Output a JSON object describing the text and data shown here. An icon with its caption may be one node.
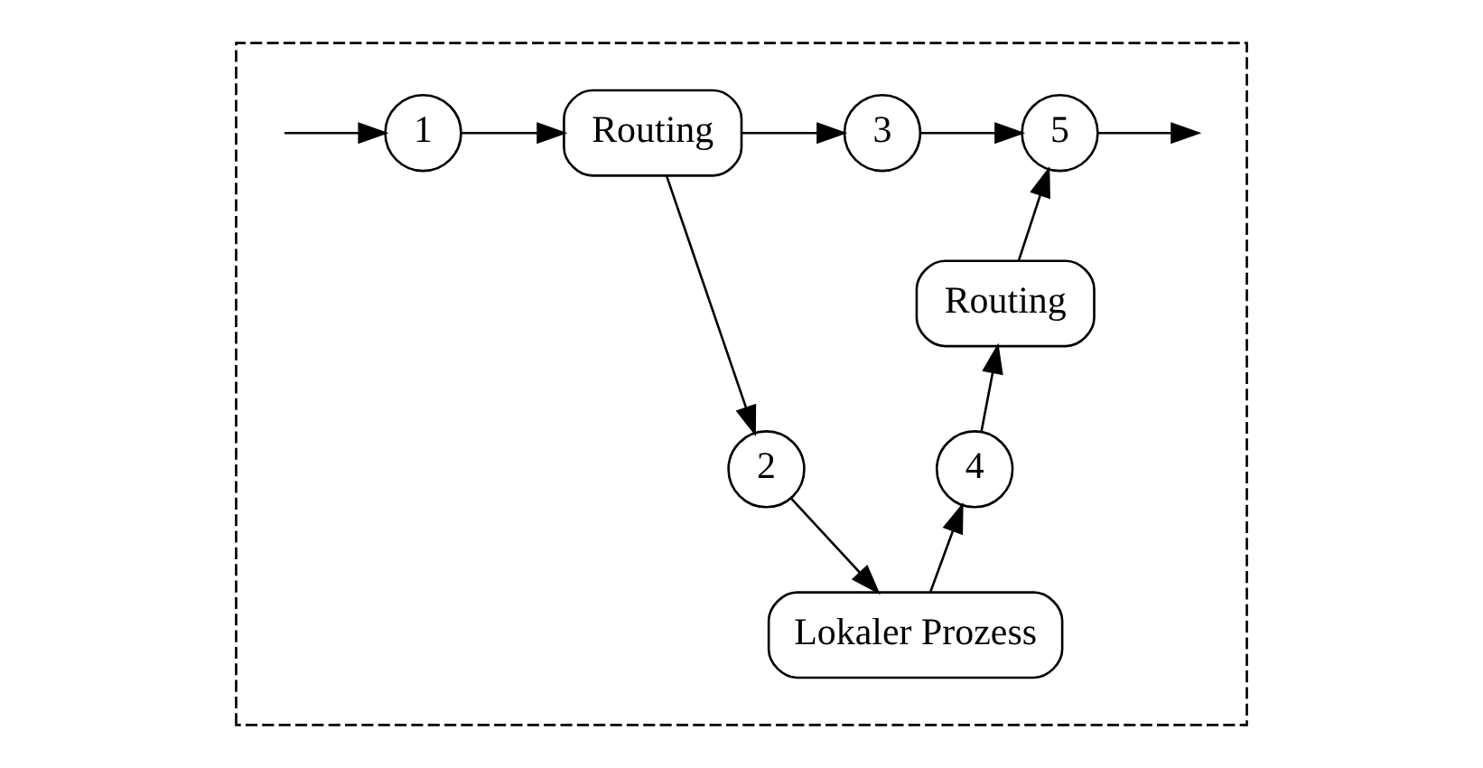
{
  "diagram": {
    "nodes": [
      {
        "text": [],
        "shape": "box"
      },
      {
        "text": [
          "1"
        ],
        "in": 0
      },
      {
        "text": [
          "Routing"
        ],
        "in": 0
      },
      {
        "text": [
          "3"
        ],
        "in": 0
      },
      {
        "text": [
          "5"
        ],
        "in": 0
      },
      {
        "text": [
          "Routing"
        ],
        "in": 0
      },
      {
        "text": [
          "2"
        ],
        "in": 0
      },
      {
        "text": [
          "4"
        ],
        "in": 0
      },
      {
        "text": [
          "Lokaler Prozess"
        ],
        "in": 0
      }
    ],
    "edges": [
      {
        "from": null,
        "to": 1,
        "arrow": "to"
      },
      {
        "from": 1,
        "to": 2,
        "arrow": "to"
      },
      {
        "from": 2,
        "to": 3,
        "arrow": "to"
      },
      {
        "from": 3,
        "to": 4,
        "arrow": "to"
      },
      {
        "from": 4,
        "to": null,
        "arrow": "to"
      },
      {
        "from": 2,
        "to": 6,
        "arrow": "to"
      },
      {
        "from": 6,
        "to": 8,
        "arrow": "to"
      },
      {
        "from": 8,
        "to": 7,
        "arrow": "to"
      },
      {
        "from": 7,
        "to": 5,
        "arrow": "to"
      },
      {
        "from": 5,
        "to": 4,
        "arrow": "to"
      }
    ]
  }
}
